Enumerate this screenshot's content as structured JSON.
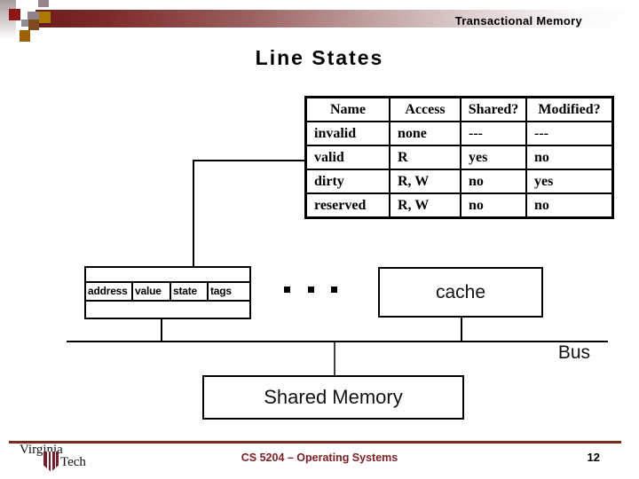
{
  "header": {
    "course_label": "Transactional Memory"
  },
  "title": "Line States",
  "table": {
    "headers": [
      "Name",
      "Access",
      "Shared?",
      "Modified?"
    ],
    "rows": [
      [
        "invalid",
        "none",
        "---",
        "---"
      ],
      [
        "valid",
        "R",
        "yes",
        "no"
      ],
      [
        "dirty",
        "R, W",
        "no",
        "yes"
      ],
      [
        "reserved",
        "R, W",
        "no",
        "no"
      ]
    ]
  },
  "cache_line": {
    "fields": [
      "address",
      "value",
      "state",
      "tags"
    ]
  },
  "diagram": {
    "cache_label": "cache",
    "bus_label": "Bus",
    "shared_memory_label": "Shared Memory"
  },
  "footer": {
    "course": "CS 5204 – Operating Systems",
    "page_number": "12",
    "logo_top": "Virginia",
    "logo_bottom": "Tech"
  },
  "colors": {
    "accent_maroon": "#6e1b1b",
    "footer_rule": "#7e2817",
    "footer_text": "#7b2027",
    "gold_square": "#a87a00"
  }
}
